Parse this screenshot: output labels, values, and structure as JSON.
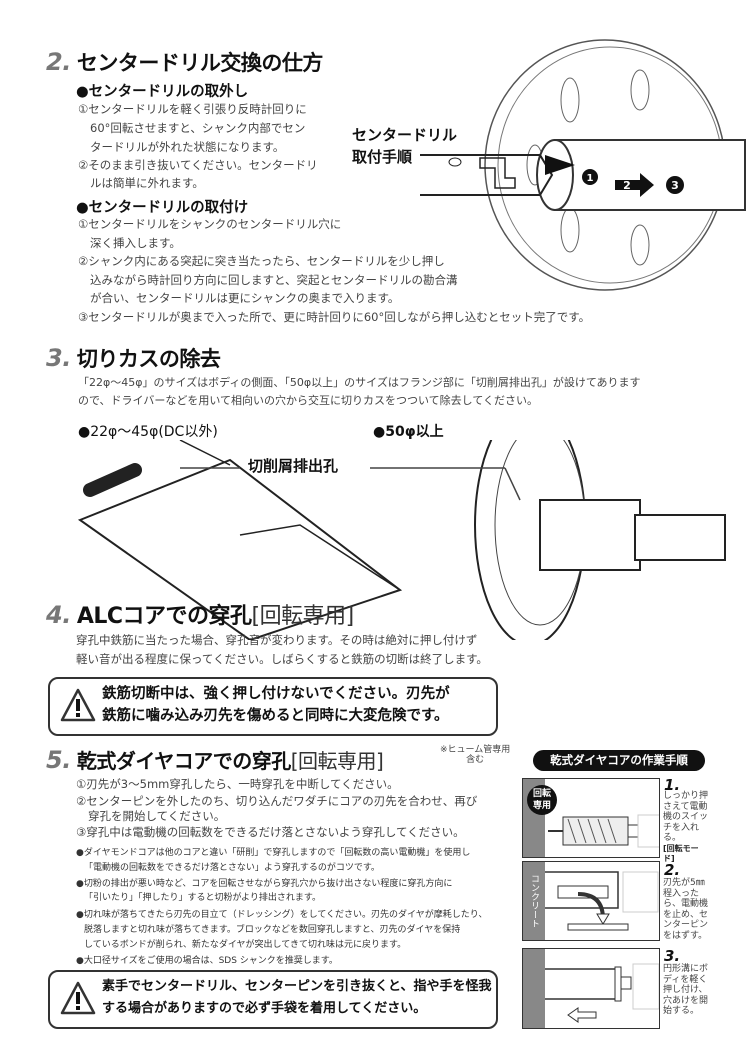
{
  "section2": {
    "number": "2.",
    "title": "センタードリル交換の仕方",
    "removal": {
      "heading": "●センタードリルの取外し",
      "lines": [
        "①センタードリルを軽く引張り反時計回りに",
        "60°回転させますと、シャンク内部でセン",
        "タードリルが外れた状態になります。",
        "②そのまま引き抜いてください。センタードリ",
        "ルは簡単に外れます。"
      ]
    },
    "install": {
      "heading": "●センタードリルの取付け",
      "lines": [
        "①センタードリルをシャンクのセンタードリル穴に",
        "深く挿入します。",
        "②シャンク内にある突起に突き当たったら、センタードリルを少し押し",
        "込みながら時計回り方向に回しますと、突起とセンタードリルの勘合溝",
        "が合い、センタードリルは更にシャンクの奥まで入ります。",
        "③センタードリルが奥まで入った所で、更に時計回りに60°回しながら押し込むとセット完了です。"
      ]
    },
    "figure_label": [
      "センタードリル",
      "取付手順"
    ],
    "figure_steps": [
      "1",
      "2",
      "3"
    ]
  },
  "section3": {
    "number": "3.",
    "title": "切りカスの除去",
    "lines": [
      "「22φ～45φ」のサイズはボディの側面、「50φ以上」のサイズはフランジ部に「切削屑排出孔」が設けてあります",
      "ので、ドライバーなどを用いて相向いの穴から交互に切りカスをつついて除去してください。"
    ],
    "left_label": "●22φ～45φ(DC以外)",
    "right_label": "●50φ以上",
    "callout": "切削屑排出孔"
  },
  "section4": {
    "number": "4.",
    "title": "ALCコアでの穿孔",
    "mode": "[回転専用]",
    "lines": [
      "穿孔中鉄筋に当たった場合、穿孔音が変わります。その時は絶対に押し付けず",
      "軽い音が出る程度に保ってください。しばらくすると鉄筋の切断は終了します。"
    ],
    "warning": [
      "鉄筋切断中は、強く押し付けないでください。刃先が",
      "鉄筋に噛み込み刃先を傷めると同時に大変危険です。"
    ]
  },
  "section5": {
    "number": "5.",
    "title": "乾式ダイヤコアでの穿孔",
    "mode": "[回転専用]",
    "note": [
      "※ヒューム管専用",
      "含む"
    ],
    "steps": [
      "①刃先が3～5mm穿孔したら、一時穿孔を中断してください。",
      "②センターピンを外したのち、切り込んだワダチにコアの刃先を合わせ、再び",
      "穿孔を開始してください。",
      "③穿孔中は電動機の回転数をできるだけ落とさないよう穿孔してください。"
    ],
    "bullets": [
      "●ダイヤモンドコアは他のコアと違い「研削」で穿孔しますので「回転数の高い電動機」を使用し",
      "「電動機の回転数をできるだけ落とさない」よう穿孔するのがコツです。",
      "●切粉の排出が悪い時など、コアを回転させながら穿孔穴から抜け出さない程度に穿孔方向に",
      "「引いたり」「押したり」すると切粉がより排出されます。",
      "●切れ味が落ちてきたら刃先の目立て（ドレッシング）をしてください。刃先のダイヤが摩耗したり、",
      "脱落しますと切れ味が落ちてきます。ブロックなどを数回穿孔しますと、刃先のダイヤを保持",
      "しているボンドが削られ、新たなダイヤが突出してきて切れ味は元に戻ります。",
      "●大口径サイズをご使用の場合は、SDS シャンクを推奨します。"
    ],
    "warning": [
      "素手でセンタードリル、センターピンを引き抜くと、指や手を怪我",
      "する場合がありますので必ず手袋を着用してください。"
    ]
  },
  "procedure": {
    "title": "乾式ダイヤコアの作業手順",
    "badge": [
      "回転",
      "専用"
    ],
    "wall_label": "コンクリート",
    "steps": [
      {
        "n": "1.",
        "text": "しっかり押さえて電動機のスイッチを入れる。",
        "mode": "[回転モード]"
      },
      {
        "n": "2.",
        "text": "刃先が5㎜程入ったら、電動機を止め、センターピンをはずす。"
      },
      {
        "n": "3.",
        "text": "円形溝にボディを軽く押し付け、穴あけを開始する。"
      }
    ]
  }
}
